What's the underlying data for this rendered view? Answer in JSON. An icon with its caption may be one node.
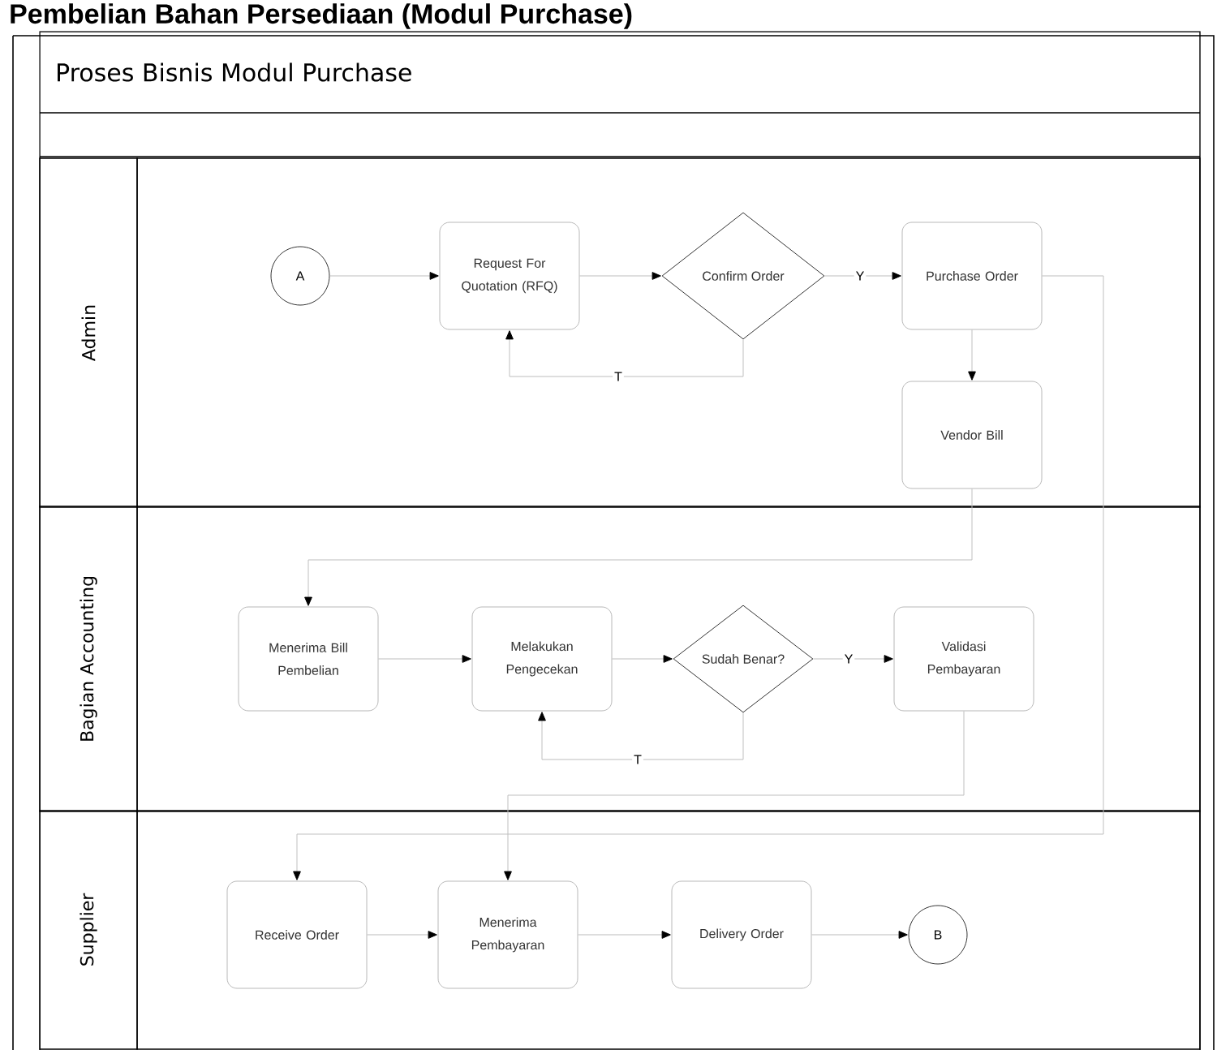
{
  "diagram": {
    "title": "Pembelian Bahan Persediaan (Modul Purchase)",
    "nodes": [
      {
        "text": [
          "Proses Bisnis Modul Purchase"
        ]
      },
      {
        "text": [
          "Admin"
        ],
        "in": 0
      },
      {
        "text": [
          "A"
        ],
        "in": 1
      },
      {
        "text": [
          "Request For Quotation (RFQ)"
        ],
        "in": 1
      },
      {
        "text": [
          "Confirm Order"
        ],
        "in": 1
      },
      {
        "text": [
          "Purchase Order"
        ],
        "in": 1
      },
      {
        "text": [
          "Vendor Bill"
        ],
        "in": 1
      },
      {
        "text": [
          "Bagian Accounting"
        ],
        "in": 0
      },
      {
        "text": [
          "Menerima Bill Pembelian"
        ],
        "in": 7
      },
      {
        "text": [
          "Melakukan Pengecekan"
        ],
        "in": 7
      },
      {
        "text": [
          "Sudah Benar?"
        ],
        "in": 7
      },
      {
        "text": [
          "Validasi Pembayaran"
        ],
        "in": 7
      },
      {
        "text": [
          "Supplier"
        ],
        "in": 0
      },
      {
        "text": [
          "Receive Order"
        ],
        "in": 12
      },
      {
        "text": [
          "Menerima Pembayaran"
        ],
        "in": 12
      },
      {
        "text": [
          "Delivery Order"
        ],
        "in": 12
      },
      {
        "text": [
          "B"
        ],
        "in": 12
      }
    ],
    "edges": [
      {
        "from": 2,
        "to": 3,
        "arrow": "to"
      },
      {
        "from": 3,
        "to": 4,
        "arrow": "to"
      },
      {
        "from": 4,
        "to": 5,
        "arrow": "to",
        "label": "Y"
      },
      {
        "from": 4,
        "to": 3,
        "arrow": "to",
        "label": "T"
      },
      {
        "from": 5,
        "to": 6,
        "arrow": "to"
      },
      {
        "from": 5,
        "to": 13,
        "arrow": "to"
      },
      {
        "from": 6,
        "to": 8,
        "arrow": "to"
      },
      {
        "from": 8,
        "to": 9,
        "arrow": "to"
      },
      {
        "from": 9,
        "to": 10,
        "arrow": "to"
      },
      {
        "from": 10,
        "to": 11,
        "arrow": "to",
        "label": "Y"
      },
      {
        "from": 10,
        "to": 9,
        "arrow": "to",
        "label": "T"
      },
      {
        "from": 11,
        "to": 14,
        "arrow": "to"
      },
      {
        "from": 13,
        "to": 14,
        "arrow": "to"
      },
      {
        "from": 14,
        "to": 15,
        "arrow": "to"
      },
      {
        "from": 15,
        "to": 16,
        "arrow": "to"
      }
    ]
  }
}
